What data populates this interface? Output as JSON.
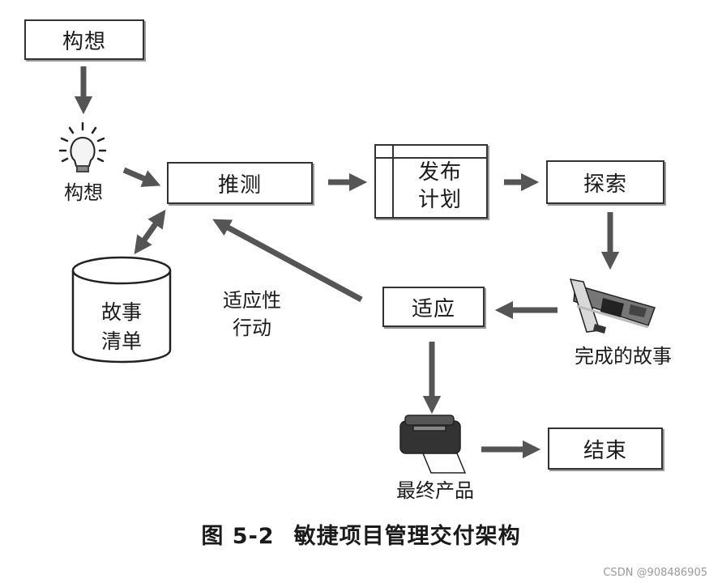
{
  "nodes": {
    "envision_top": "构想",
    "envision_idea": "构想",
    "speculate": "推测",
    "release_plan_line1": "发布",
    "release_plan_line2": "计划",
    "explore": "探索",
    "feature_list_line1": "故事",
    "feature_list_line2": "清单",
    "adaptive_action_line1": "适应性",
    "adaptive_action_line2": "行动",
    "adapt": "适应",
    "completed_features": "完成的故事",
    "final_product": "最终产品",
    "close": "结束"
  },
  "caption": {
    "number": "图 5-2",
    "title": "敏捷项目管理交付架构"
  },
  "watermark": "CSDN @908486905"
}
